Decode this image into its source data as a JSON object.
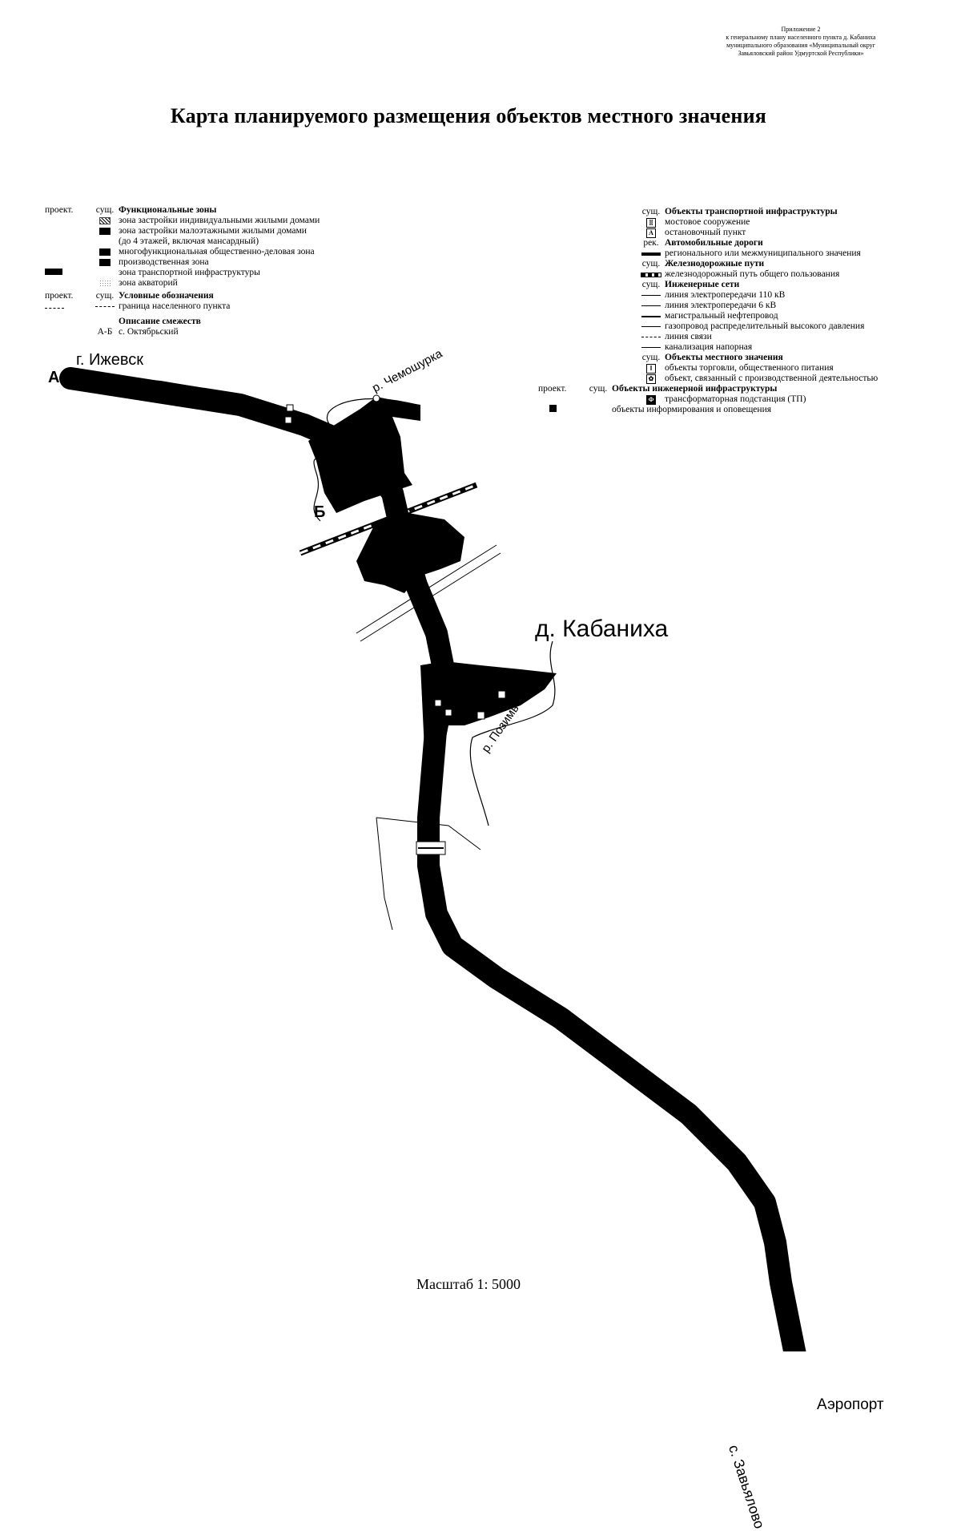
{
  "annex": {
    "line1": "Приложение 2",
    "line2": "к генеральному плану населенного пункта д. Кабаниха",
    "line3": "муниципального образования «Муниципальный округ",
    "line4": "Завьяловский район Удмуртской Республики»"
  },
  "title": "Карта планируемого размещения объектов местного значения",
  "legend_left": {
    "col_proj": "проект.",
    "col_exist": "сущ.",
    "zones_header": "Функциональные зоны",
    "zones": [
      "зона застройки индивидуальными жилыми домами",
      "зона застройки малоэтажными жилыми домами",
      "(до 4 этажей, включая мансардный)",
      "многофункциональная общественно-деловая зона",
      "производственная зона",
      "зона транспортной инфраструктуры",
      "зона акваторий"
    ],
    "symbols_col_proj": "проект.",
    "symbols_col_exist": "сущ.",
    "symbols_header": "Условные обозначения",
    "boundary": "граница населенного пункта",
    "adjacency_header": "Описание смежеств",
    "adjacency_code": "А-Б",
    "adjacency_text": "с. Октябрьский"
  },
  "legend_right": {
    "transport_col": "сущ.",
    "transport_header": "Объекты транспортной инфраструктуры",
    "bridge": "мостовое сооружение",
    "stop": "остановочный пункт",
    "roads_col": "рек.",
    "roads_header": "Автомобильные дороги",
    "roads_item": "регионального или межмуниципального значения",
    "rail_col": "сущ.",
    "rail_header": "Железнодорожные пути",
    "rail_item": "железнодорожный путь общего пользования",
    "eng_col": "сущ.",
    "eng_header": "Инженерные сети",
    "eng_items": [
      "линия электропередачи 110 кВ",
      "линия электропередачи 6 кВ",
      "магистральный нефтепровод",
      "газопровод распределительный высокого давления",
      "линия связи",
      "канализация напорная"
    ],
    "local_col": "сущ.",
    "local_header": "Объекты местного значения",
    "local_items": [
      "объекты торговли, общественного питания",
      "объект, связанный с производственной деятельностью"
    ],
    "infra_col_proj": "проект.",
    "infra_col_exist": "сущ.",
    "infra_header": "Объекты инженерной инфраструктуры",
    "infra_items": [
      "трансформаторная подстанция (ТП)",
      "объекты информирования и оповещения"
    ]
  },
  "map_labels": {
    "izhevsk": "г. Ижевск",
    "point_a": "А",
    "point_b": "Б",
    "chemoshurka": "р. Чемошурка",
    "kabanikha": "д. Кабаниха",
    "pozim": "р. Позимь",
    "airport": "Аэропорт",
    "zavyalovo": "с. Завьялово",
    "stop_glyph": "А"
  },
  "scale": "Масштаб 1: 5000"
}
